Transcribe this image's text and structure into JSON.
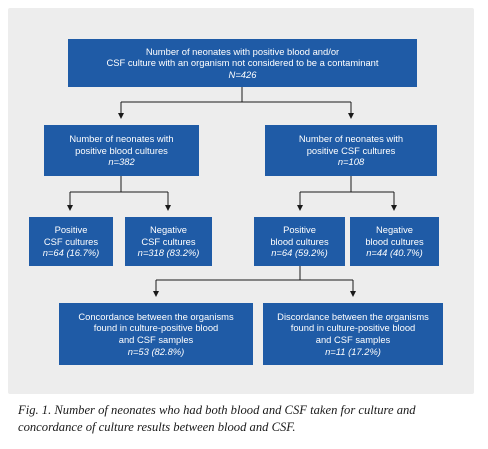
{
  "flowchart": {
    "root": {
      "lines": [
        "Number of neonates with positive blood and/or",
        "CSF culture with an organism not considered to be a contaminant"
      ],
      "n": "N=426"
    },
    "blood": {
      "lines": [
        "Number of neonates with",
        "positive blood cultures"
      ],
      "n": "n=382"
    },
    "csf": {
      "lines": [
        "Number of neonates with",
        "positive CSF cultures"
      ],
      "n": "n=108"
    },
    "pos_csf": {
      "lines": [
        "Positive",
        "CSF cultures"
      ],
      "n": "n=64 (16.7%)"
    },
    "neg_csf": {
      "lines": [
        "Negative",
        "CSF cultures"
      ],
      "n": "n=318 (83.2%)"
    },
    "pos_blood": {
      "lines": [
        "Positive",
        "blood cultures"
      ],
      "n": "n=64 (59.2%)"
    },
    "neg_blood": {
      "lines": [
        "Negative",
        "blood cultures"
      ],
      "n": "n=44 (40.7%)"
    },
    "concordance": {
      "lines": [
        "Concordance between the organisms",
        "found in culture-positive blood",
        "and CSF samples"
      ],
      "n": "n=53 (82.8%)"
    },
    "discordance": {
      "lines": [
        "Discordance between the organisms",
        "found in culture-positive blood",
        "and CSF samples"
      ],
      "n": "n=11 (17.2%)"
    }
  },
  "caption": {
    "line1": "Fig. 1. Number of neonates who had both blood and CSF taken for culture and",
    "line2": "concordance of culture results between blood and CSF."
  },
  "colors": {
    "box": "#1f5ba6",
    "panel": "#ededed",
    "line": "#1a1a1a"
  }
}
